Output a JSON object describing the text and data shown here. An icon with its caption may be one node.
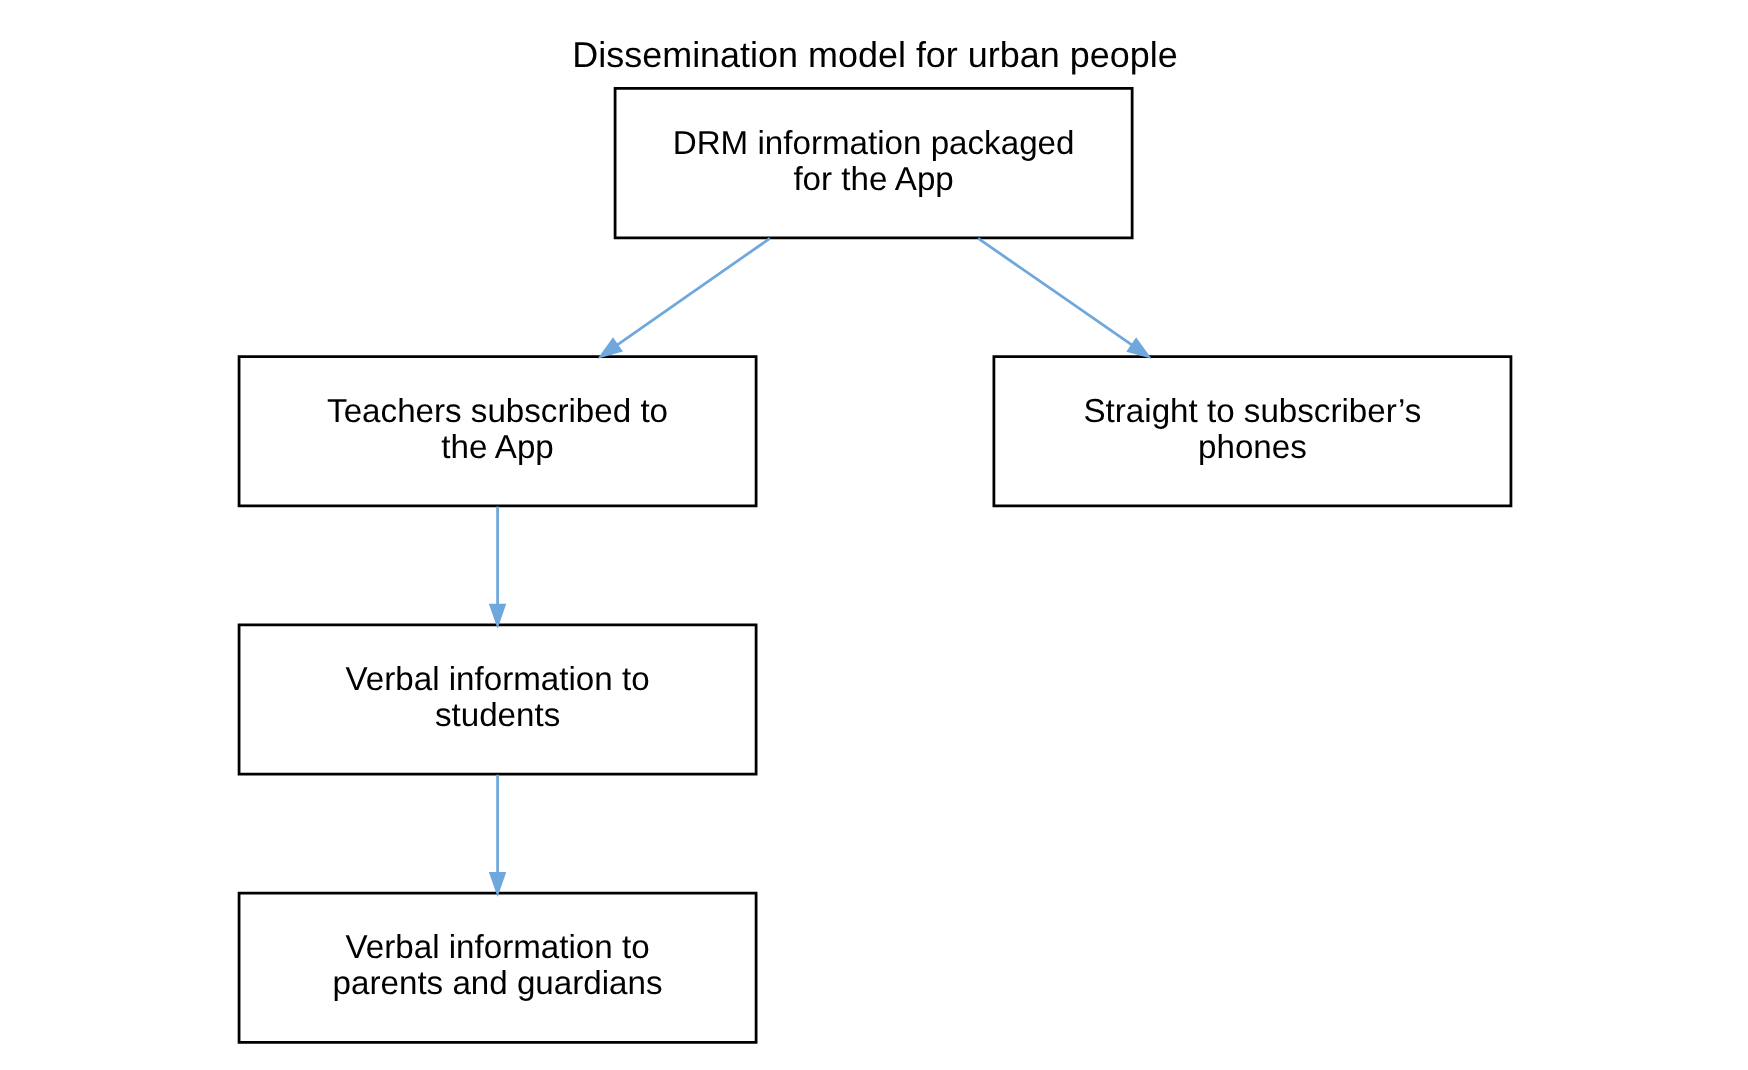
{
  "diagram": {
    "title": "Dissemination model for urban people",
    "nodes": [
      {
        "text": [
          "DRM information packaged for the App"
        ]
      },
      {
        "text": [
          "Teachers subscribed to the App"
        ]
      },
      {
        "text": [
          "Straight to subscriber’s phones"
        ]
      },
      {
        "text": [
          "Verbal information to students"
        ]
      },
      {
        "text": [
          "Verbal information to parents and guardians"
        ]
      }
    ],
    "edges": [
      {
        "from": 0,
        "to": 1,
        "arrow": "to"
      },
      {
        "from": 0,
        "to": 2,
        "arrow": "to"
      },
      {
        "from": 1,
        "to": 3,
        "arrow": "to"
      },
      {
        "from": 3,
        "to": 4,
        "arrow": "to"
      }
    ]
  }
}
